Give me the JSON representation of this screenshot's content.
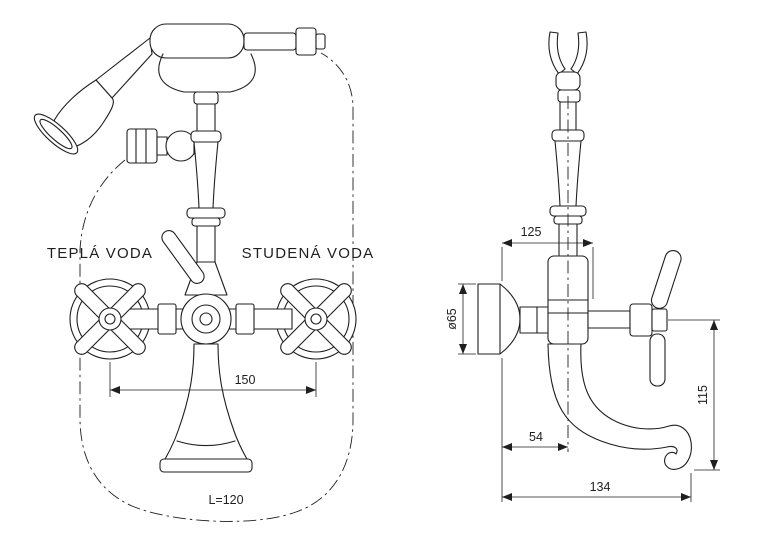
{
  "front_view": {
    "label_hot": "TEPLÁ VODA",
    "label_cold": "STUDENÁ VODA",
    "dim_handle_spacing": "150",
    "dim_hose_length": "L=120"
  },
  "side_view": {
    "dim_wall_to_handle": "125",
    "dim_flange_diameter": "ø65",
    "dim_wall_to_spout_axis": "54",
    "dim_spout_reach": "134",
    "dim_spout_height": "115"
  },
  "colors": {
    "line": "#1f1f1f",
    "background": "#ffffff"
  }
}
